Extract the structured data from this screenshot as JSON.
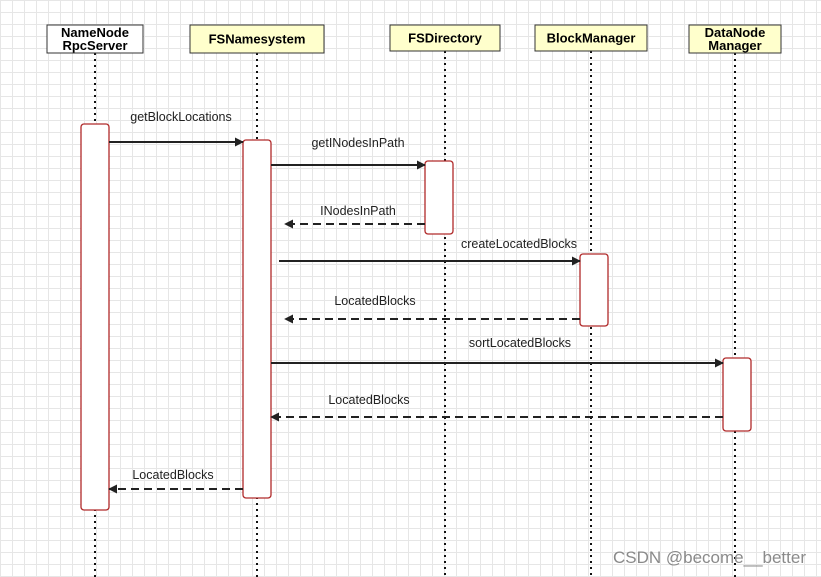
{
  "actors": [
    {
      "id": "rpc",
      "lines": [
        "NameNode",
        "RpcServer"
      ],
      "fill": "#ffffff"
    },
    {
      "id": "fsn",
      "lines": [
        "FSNamesystem"
      ],
      "fill": "#ffffcc"
    },
    {
      "id": "fsd",
      "lines": [
        "FSDirectory"
      ],
      "fill": "#ffffcc"
    },
    {
      "id": "bm",
      "lines": [
        "BlockManager"
      ],
      "fill": "#ffffcc"
    },
    {
      "id": "dnm",
      "lines": [
        "DataNode",
        "Manager"
      ],
      "fill": "#ffffcc"
    }
  ],
  "messages": [
    {
      "label": "getBlockLocations",
      "from": "rpc",
      "to": "fsn",
      "style": "solid"
    },
    {
      "label": "getINodesInPath",
      "from": "fsn",
      "to": "fsd",
      "style": "solid"
    },
    {
      "label": "INodesInPath",
      "from": "fsd",
      "to": "fsn",
      "style": "dashed"
    },
    {
      "label": "createLocatedBlocks",
      "from": "fsn",
      "to": "bm",
      "style": "solid"
    },
    {
      "label": "LocatedBlocks",
      "from": "bm",
      "to": "fsn",
      "style": "dashed"
    },
    {
      "label": "sortLocatedBlocks",
      "from": "fsn",
      "to": "dnm",
      "style": "solid"
    },
    {
      "label": "LocatedBlocks",
      "from": "dnm",
      "to": "fsn",
      "style": "dashed"
    },
    {
      "label": "LocatedBlocks",
      "from": "fsn",
      "to": "rpc",
      "style": "dashed"
    }
  ],
  "watermark": "CSDN @become__better",
  "colors": {
    "activation_border": "#b02a2a",
    "arrow": "#222222",
    "lifeline": "#111111",
    "actor_border": "#333333"
  }
}
